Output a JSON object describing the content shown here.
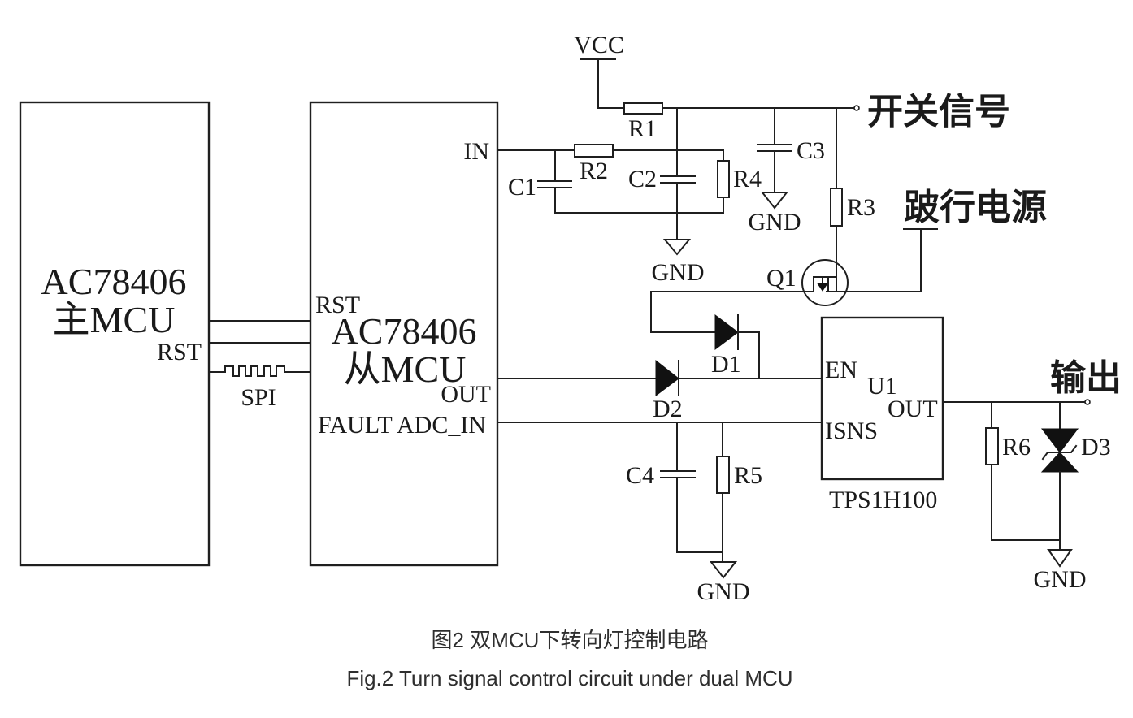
{
  "figure": {
    "master_mcu": {
      "part": "AC78406",
      "role": "主MCU",
      "pin_rst": "RST"
    },
    "slave_mcu": {
      "part": "AC78406",
      "role": "从MCU",
      "pin_in": "IN",
      "pin_rst": "RST",
      "pin_out": "OUT",
      "pin_fault_adc_in": "FAULT ADC_IN"
    },
    "bus": {
      "spi": "SPI"
    },
    "power": {
      "vcc": "VCC",
      "gnd": "GND"
    },
    "resistors": {
      "r1": "R1",
      "r2": "R2",
      "r3": "R3",
      "r4": "R4",
      "r5": "R5",
      "r6": "R6"
    },
    "capacitors": {
      "c1": "C1",
      "c2": "C2",
      "c3": "C3",
      "c4": "C4"
    },
    "diodes": {
      "d1": "D1",
      "d2": "D2",
      "d3": "D3"
    },
    "transistor": {
      "q1": "Q1"
    },
    "driver": {
      "ref": "U1",
      "part": "TPS1H100",
      "pin_en": "EN",
      "pin_out": "OUT",
      "pin_isns": "ISNS"
    },
    "nets": {
      "switch_signal": "开关信号",
      "limp_home_power": "跛行电源",
      "output": "输出"
    }
  },
  "caption": {
    "zh": "图2 双MCU下转向灯控制电路",
    "en": "Fig.2 Turn signal control circuit under dual MCU"
  }
}
